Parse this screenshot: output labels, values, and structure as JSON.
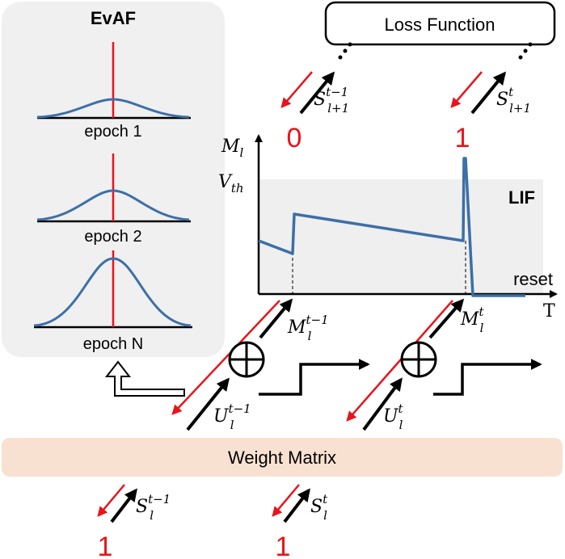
{
  "evaf_panel": {
    "title": "EvAF",
    "epochs": [
      "epoch 1",
      "epoch 2",
      "epoch N"
    ]
  },
  "loss_function": {
    "label": "Loss Function"
  },
  "lif": {
    "label": "LIF",
    "reset_label": "reset",
    "y_axis_label": "M_l",
    "threshold_label": "V_th",
    "x_axis_label": "T"
  },
  "weight_matrix": {
    "label": "Weight Matrix"
  },
  "spikes": {
    "top_prev_value": "0",
    "top_curr_value": "1",
    "bottom_prev_value": "1",
    "bottom_curr_value": "1"
  },
  "colors": {
    "gradient_arrow": "#e8141c",
    "signal_arrow": "#000000",
    "curve": "#3d6fa8",
    "panel_bg": "#f0f0f0",
    "weight_bg": "#f9e1d2"
  }
}
